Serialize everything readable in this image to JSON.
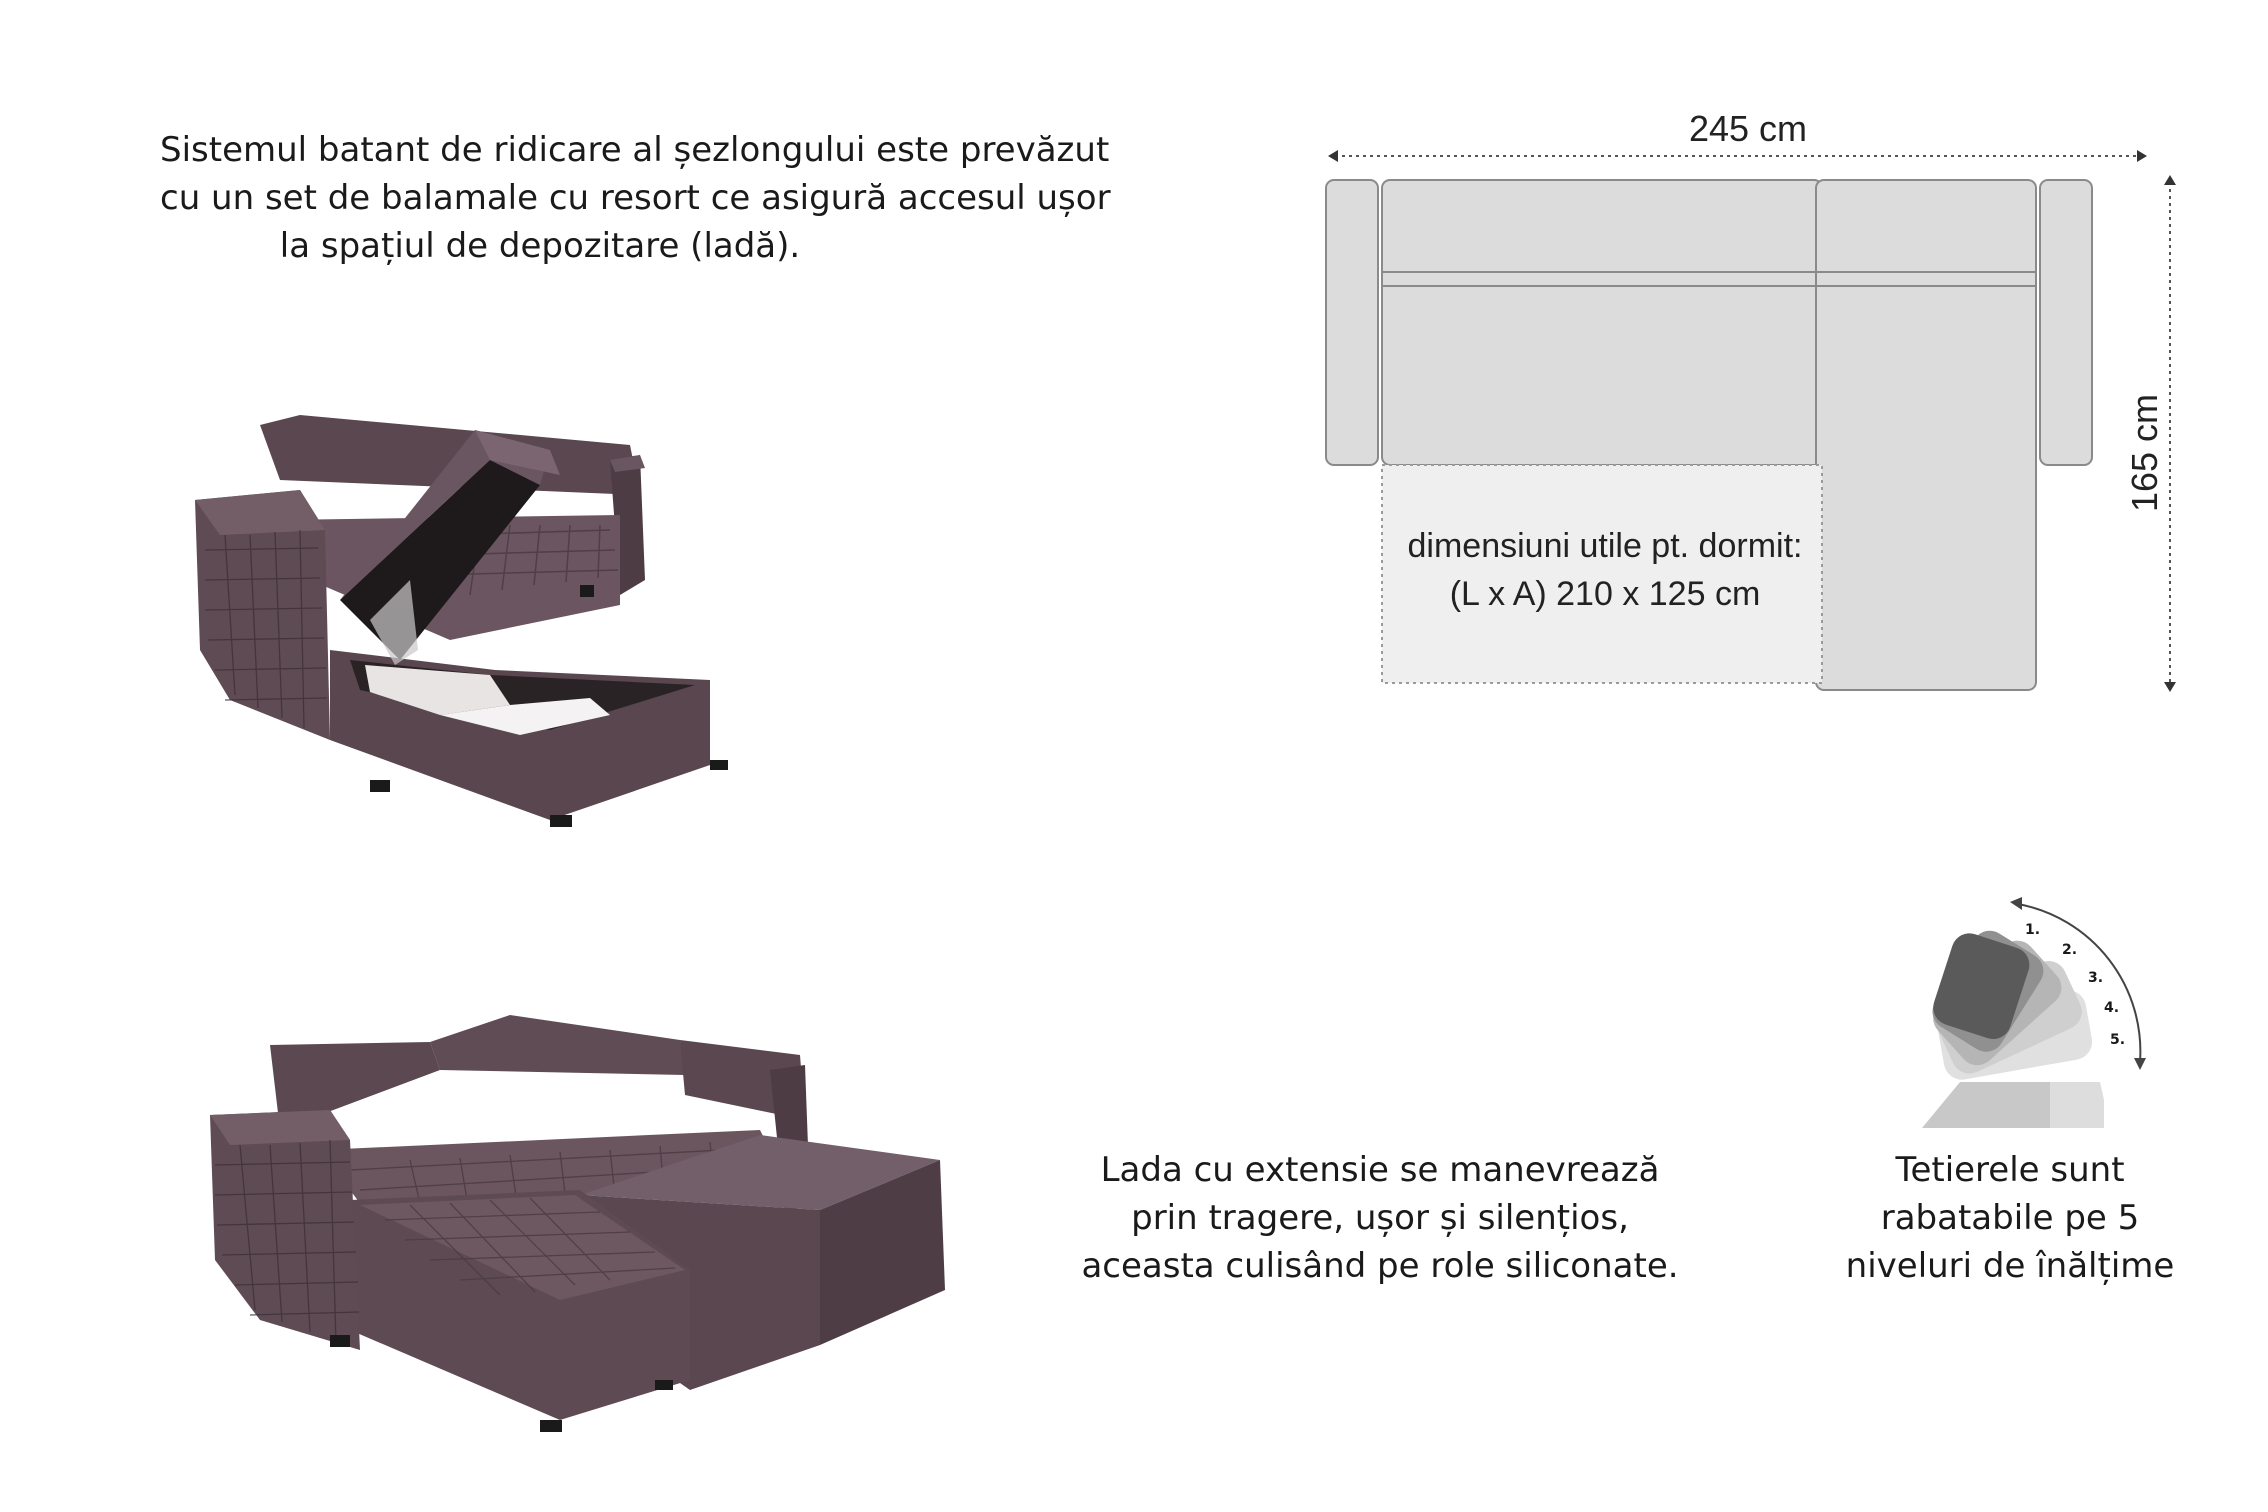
{
  "top_caption": {
    "line1": "Sistemul batant de ridicare al șezlongului este prevăzut",
    "line2": "cu un set de balamale cu resort ce asigură accesul ușor",
    "line3": "la spațiul de depozitare (ladă)."
  },
  "diagram": {
    "width_label": "245 cm",
    "height_label": "165 cm",
    "sleep_line1": "dimensiuni utile pt. dormit:",
    "sleep_line2": "(L x A) 210 x 125 cm",
    "fill_color": "#dcdcdc",
    "stroke_color": "#8a8a8a"
  },
  "bottom_caption": {
    "line1": "Lada cu extensie se manevrează",
    "line2": "prin tragere, ușor și silențios,",
    "line3": "aceasta culisând pe role siliconate."
  },
  "headrest": {
    "levels": [
      "1.",
      "2.",
      "3.",
      "4.",
      "5."
    ],
    "caption_line1": "Tetierele sunt",
    "caption_line2": "rabatabile pe 5",
    "caption_line3": "niveluri de înălțime"
  },
  "sofa_color": "#5e4a52"
}
